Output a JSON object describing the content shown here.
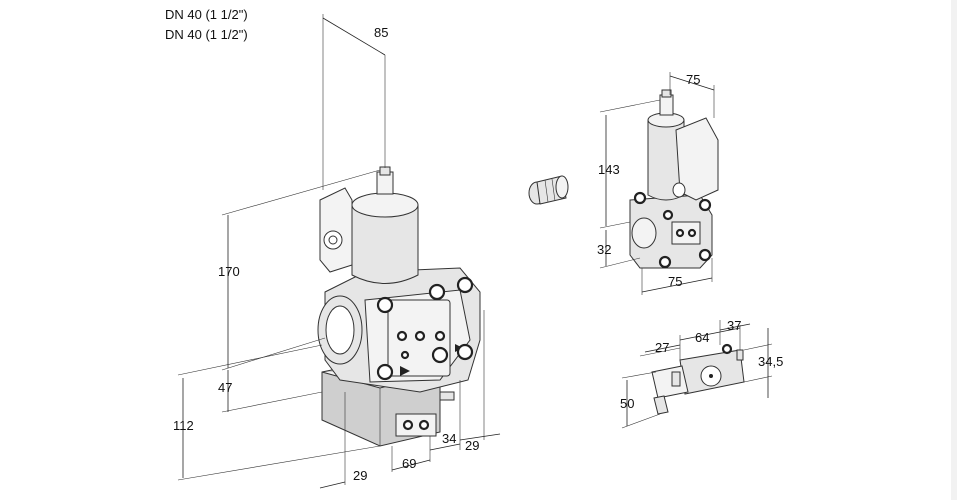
{
  "titles": [
    "DN 40 (1 1/2\")",
    "DN 40 (1 1/2\")"
  ],
  "dimensions": {
    "d85": "85",
    "d170": "170",
    "d47": "47",
    "d112": "112",
    "d29_bottom": "29",
    "d69": "69",
    "d34": "34",
    "d29_right": "29",
    "d75_top": "75",
    "d143": "143",
    "d32": "32",
    "d75_bottom": "75",
    "d27": "27",
    "d64": "64",
    "d37": "37",
    "d34_5": "34,5",
    "d50": "50"
  }
}
